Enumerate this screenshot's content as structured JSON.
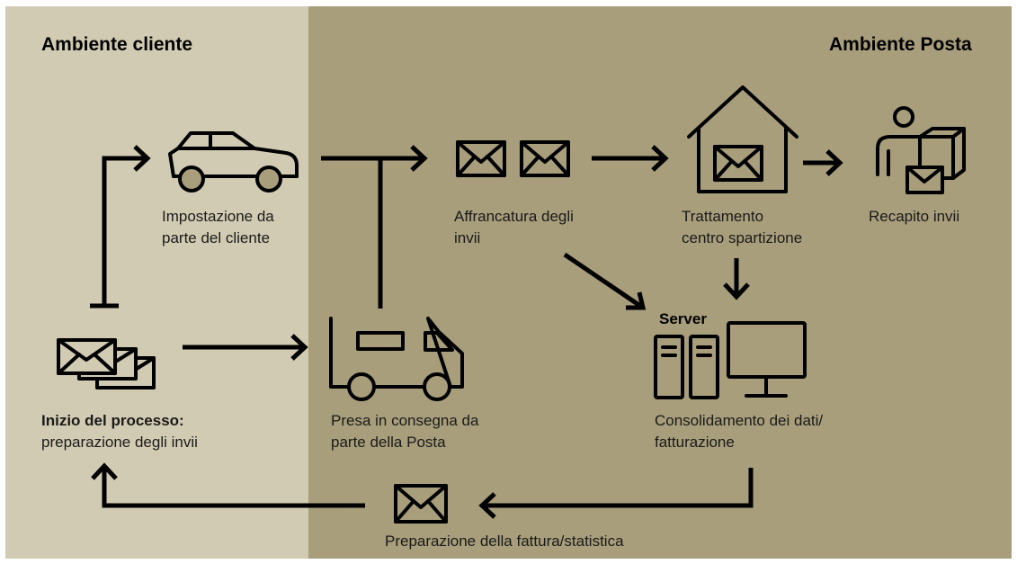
{
  "zones": {
    "client": {
      "title": "Ambiente cliente",
      "color": "#d2cbb3"
    },
    "post": {
      "title": "Ambiente Posta",
      "color": "#a89e7b"
    }
  },
  "nodes": {
    "start": {
      "title": "Inizio del processo:",
      "line2": "preparazione degli invii",
      "icon": "stacked-envelopes-icon"
    },
    "client_setup": {
      "line1": "Impostazione da",
      "line2": "parte del cliente",
      "icon": "car-icon"
    },
    "pickup": {
      "line1": "Presa in consegna da",
      "line2": "parte della Posta",
      "icon": "delivery-van-icon"
    },
    "franking": {
      "line1": "Affrancatura degli",
      "line2": "invii",
      "icon": "envelope-pair-icon"
    },
    "sorting": {
      "line1": "Trattamento",
      "line2": "centro spartizione",
      "icon": "sorting-center-house-icon"
    },
    "delivery": {
      "line1": "Recapito invii",
      "icon": "courier-parcel-icon"
    },
    "server": {
      "label": "Server",
      "line1": "Consolidamento dei dati/",
      "line2": "fatturazione",
      "icon": "server-monitor-icon"
    },
    "invoice": {
      "line1": "Preparazione della fattura/statistica",
      "icon": "envelope-icon"
    }
  }
}
